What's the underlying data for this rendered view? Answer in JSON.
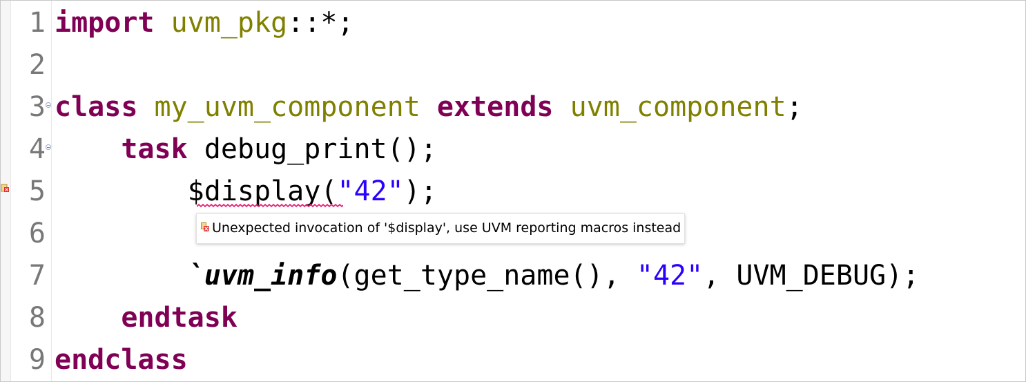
{
  "editor": {
    "line_numbers": [
      "1",
      "2",
      "3",
      "4",
      "5",
      "6",
      "7",
      "8",
      "9"
    ],
    "lines": {
      "l1": {
        "kw_import": "import",
        "pkg": "uvm_pkg",
        "rest": "::*;"
      },
      "l3": {
        "kw_class": "class",
        "class_name": "my_uvm_component",
        "kw_extends": "extends",
        "base": "uvm_component",
        "semi": ";"
      },
      "l4": {
        "indent": "    ",
        "kw_task": "task",
        "rest": " debug_print();"
      },
      "l5": {
        "indent": "        ",
        "call": "$display",
        "open": "(",
        "str": "\"42\"",
        "close": ");"
      },
      "l7": {
        "indent": "        ",
        "tick": "`",
        "macro": "uvm_info",
        "args_a": "(get_type_name(), ",
        "str": "\"42\"",
        "args_b": ", UVM_DEBUG);"
      },
      "l8": {
        "indent": "    ",
        "kw_endtask": "endtask"
      },
      "l9": {
        "kw_endclass": "endclass"
      }
    },
    "colors": {
      "keyword": "#7f0055",
      "type": "#808000",
      "string": "#2a00ff",
      "error_squiggle": "#e8196e"
    }
  },
  "tooltip": {
    "message": "Unexpected invocation of '$display', use UVM reporting macros instead",
    "icon": "warning-error-icon"
  },
  "gutter": {
    "fold_icon": "collapse-icon",
    "marker_icon": "error-marker-icon"
  }
}
